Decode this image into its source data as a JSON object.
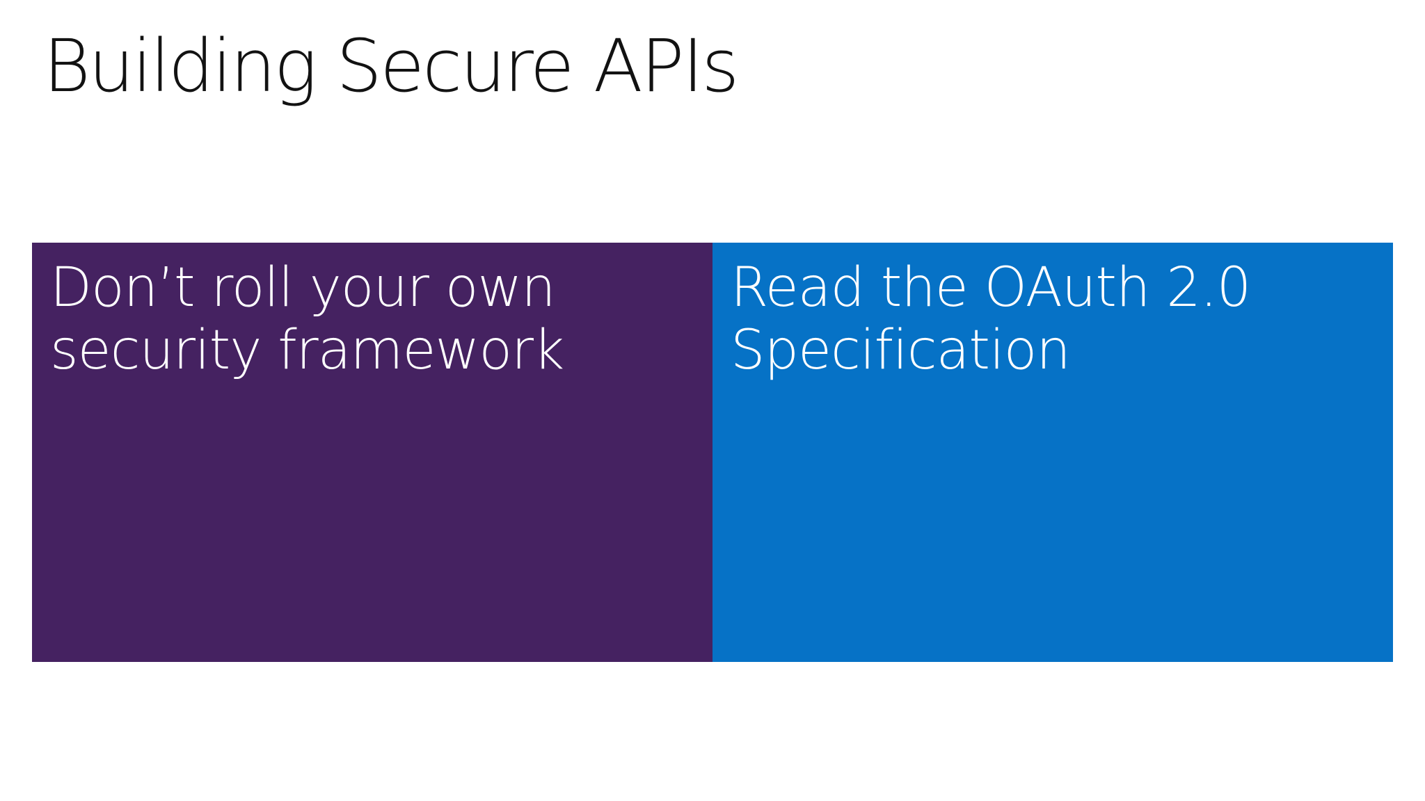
{
  "slide": {
    "title": "Building Secure APIs",
    "title_color": "#121212",
    "background": "#ffffff",
    "boxes": [
      {
        "id": "dont-roll-your-own",
        "label": "Don’t roll your own security framework",
        "background": "#452261",
        "text_color": "#ffffff"
      },
      {
        "id": "read-oauth-spec",
        "label": "Read the OAuth 2.0 Specification",
        "background": "#0672C6",
        "text_color": "#ffffff"
      }
    ]
  }
}
